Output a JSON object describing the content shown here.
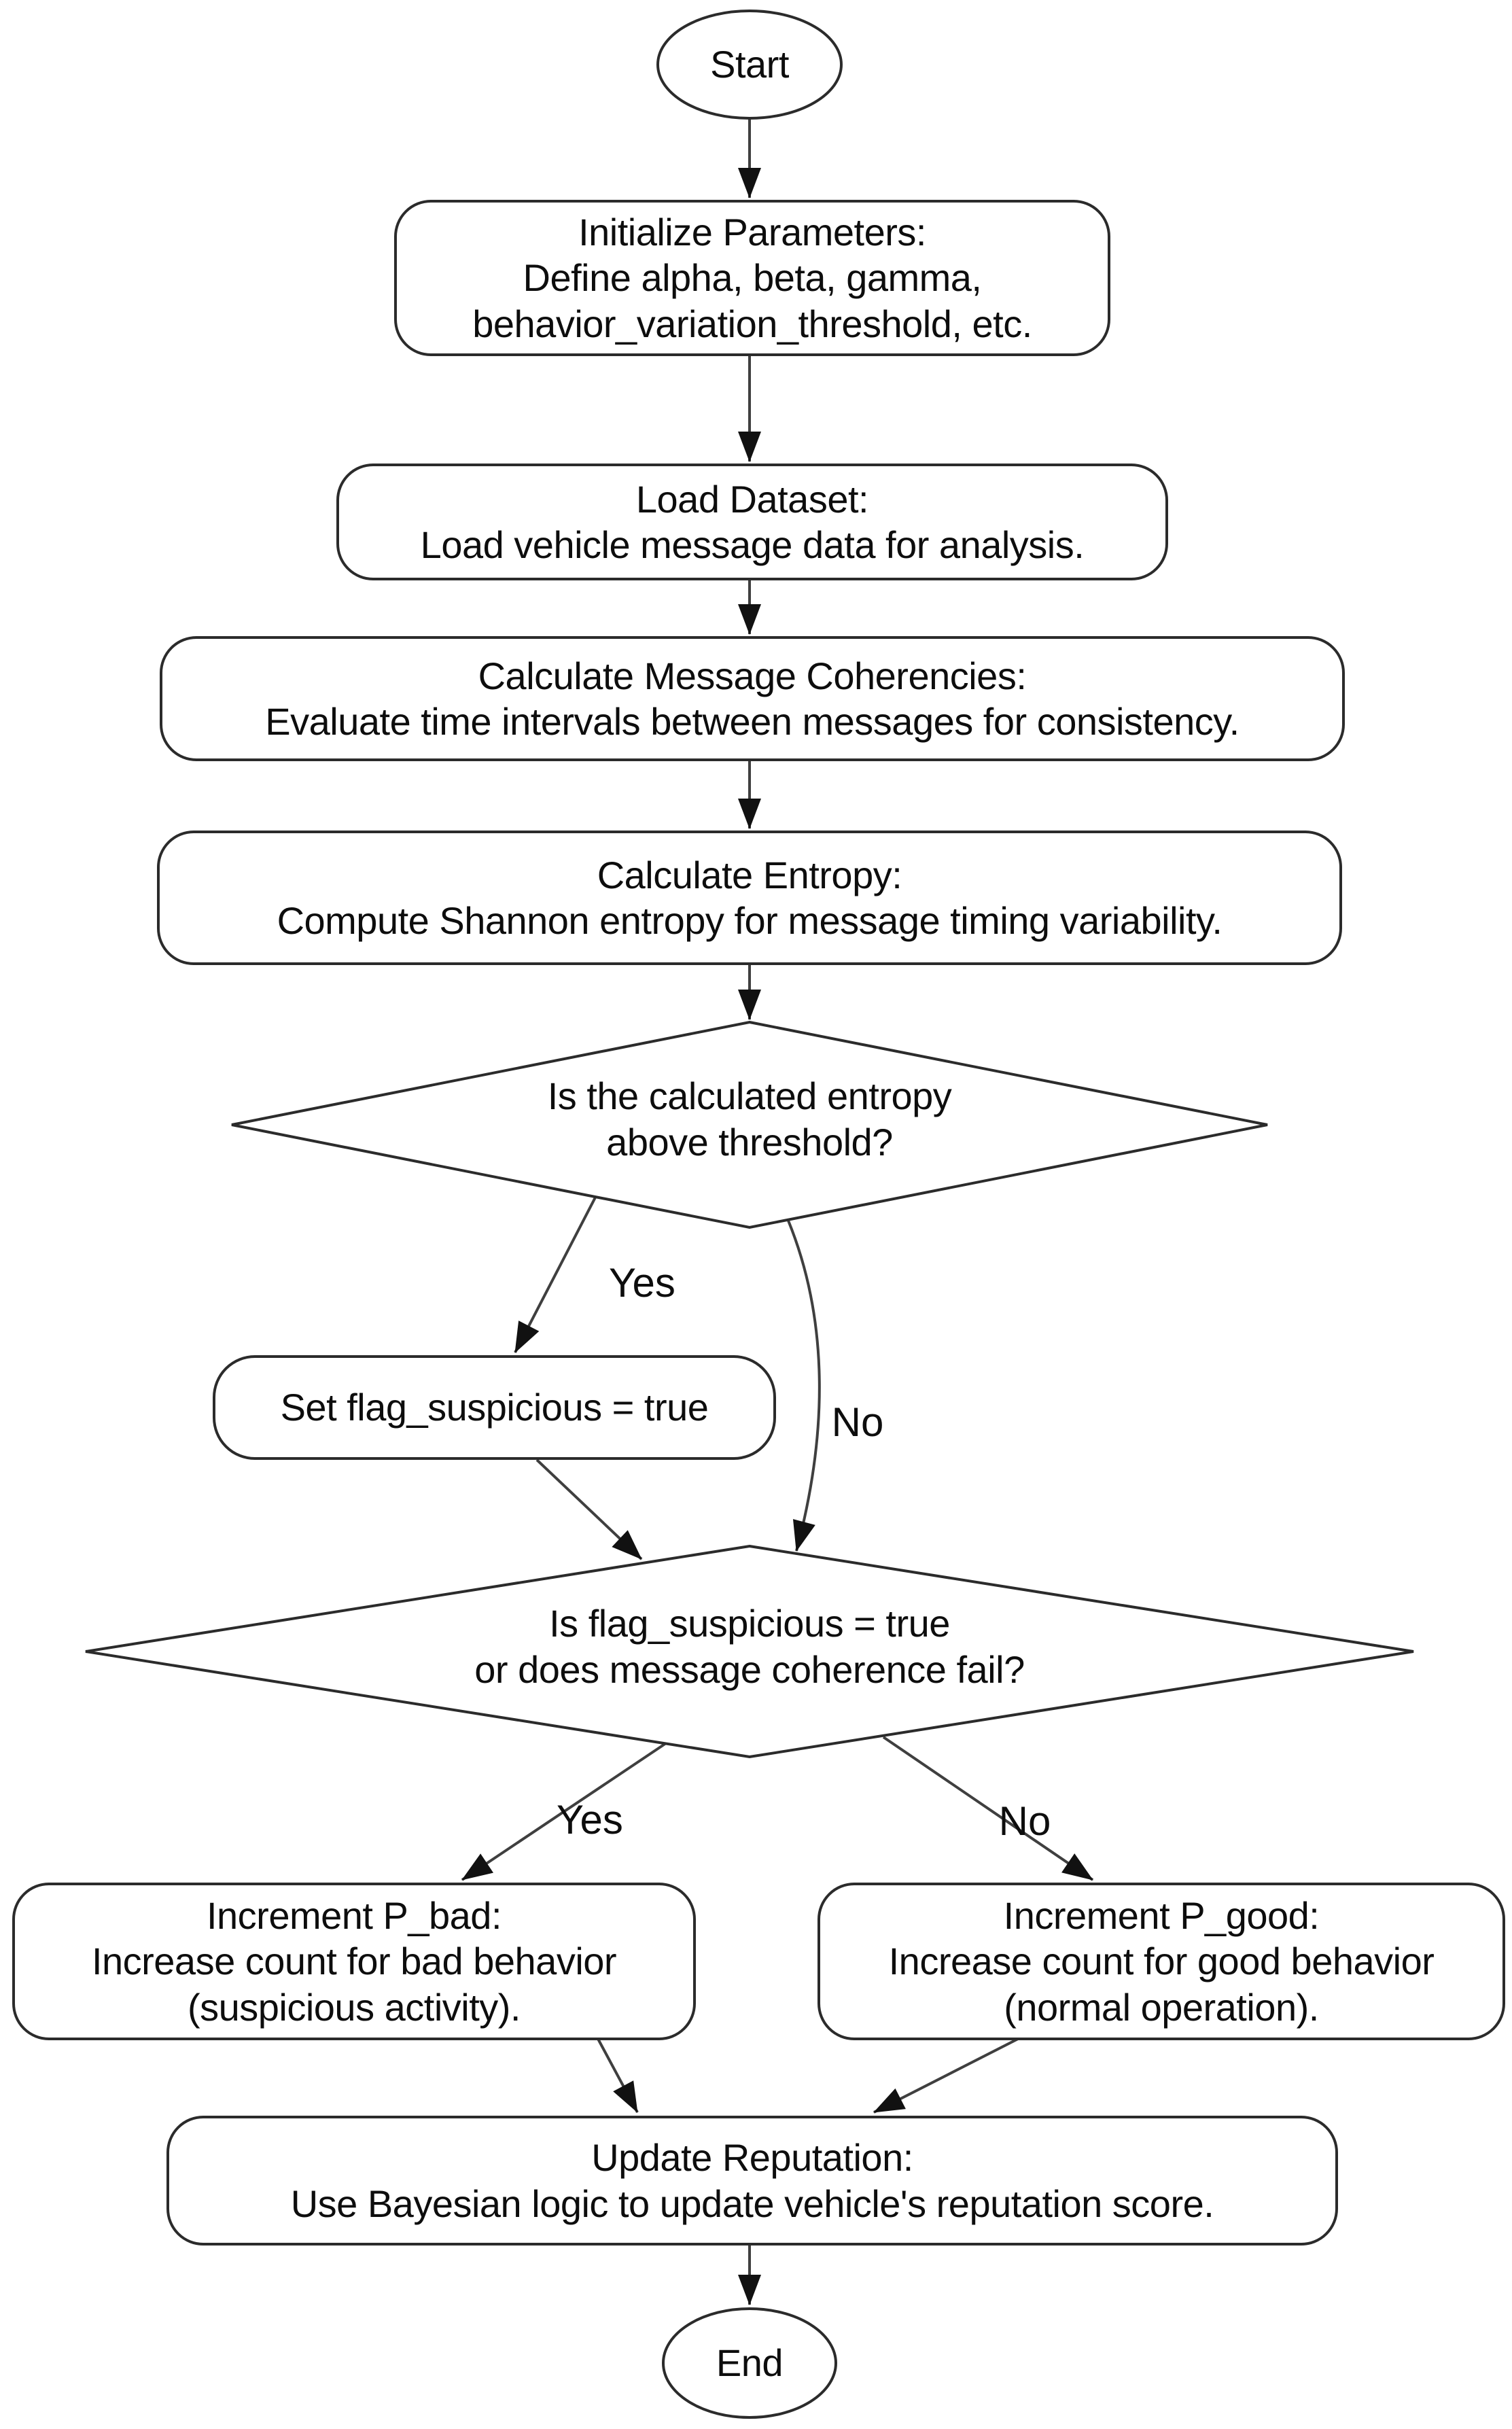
{
  "diagram": {
    "title": "Vehicle reputation flowchart",
    "colors": {
      "background": "#ffffff",
      "node_fill": "#ffffff",
      "node_stroke": "#2b2b2b",
      "edge_stroke": "#3f3f3f",
      "arrowhead_fill": "#111111",
      "text": "#0d0d0d"
    },
    "nodes": {
      "start": {
        "type": "terminator",
        "label": "Start"
      },
      "init": {
        "type": "process",
        "label": "Initialize Parameters:\nDefine alpha, beta, gamma,\nbehavior_variation_threshold, etc."
      },
      "load": {
        "type": "process",
        "label": "Load Dataset:\nLoad vehicle message data for analysis."
      },
      "coherence": {
        "type": "process",
        "label": "Calculate Message Coherencies:\nEvaluate time intervals between messages for consistency."
      },
      "entropy": {
        "type": "process",
        "label": "Calculate Entropy:\nCompute Shannon entropy for message timing variability."
      },
      "entropy_decision": {
        "type": "decision",
        "label": "Is the calculated entropy\nabove threshold?"
      },
      "set_flag": {
        "type": "process",
        "label": "Set flag_suspicious = true"
      },
      "flag_decision": {
        "type": "decision",
        "label": "Is flag_suspicious = true\nor does message coherence fail?"
      },
      "p_bad": {
        "type": "process",
        "label": "Increment P_bad:\nIncrease count for bad behavior\n(suspicious activity)."
      },
      "p_good": {
        "type": "process",
        "label": "Increment P_good:\nIncrease count for good behavior\n(normal operation)."
      },
      "update": {
        "type": "process",
        "label": "Update Reputation:\nUse Bayesian logic to update vehicle's reputation score."
      },
      "end": {
        "type": "terminator",
        "label": "End"
      }
    },
    "edge_labels": {
      "entropy_yes": "Yes",
      "entropy_no": "No",
      "flag_yes": "Yes",
      "flag_no": "No"
    }
  }
}
